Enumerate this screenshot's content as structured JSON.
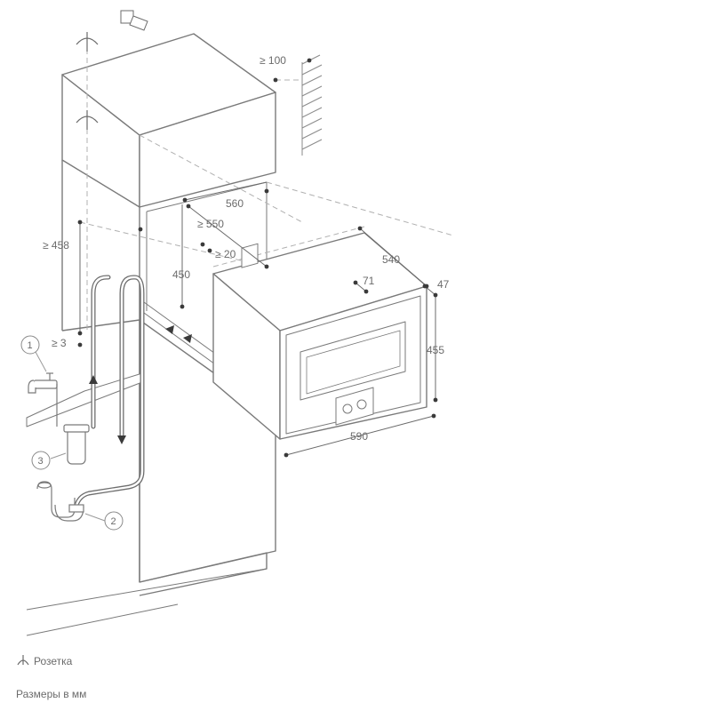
{
  "dimensions": {
    "top_clearance": "≥ 100",
    "niche_width": "560",
    "niche_depth": "≥ 550",
    "gap_front": "≥ 20",
    "niche_height_min": "≥ 458",
    "niche_height_450": "450",
    "appliance_depth": "540",
    "door_thickness": "47",
    "panel_offset": "71",
    "appliance_height": "455",
    "appliance_width": "590",
    "bottom_gap": "≥ 3"
  },
  "callouts": {
    "c1": "1",
    "c2": "2",
    "c3": "3"
  },
  "legend": {
    "socket_label": "Розетка",
    "units_note": "Размеры в мм"
  },
  "icons": [
    "socket-icon",
    "water-tap-icon",
    "drain-siphon-icon",
    "water-filter-icon",
    "plug-icon"
  ]
}
